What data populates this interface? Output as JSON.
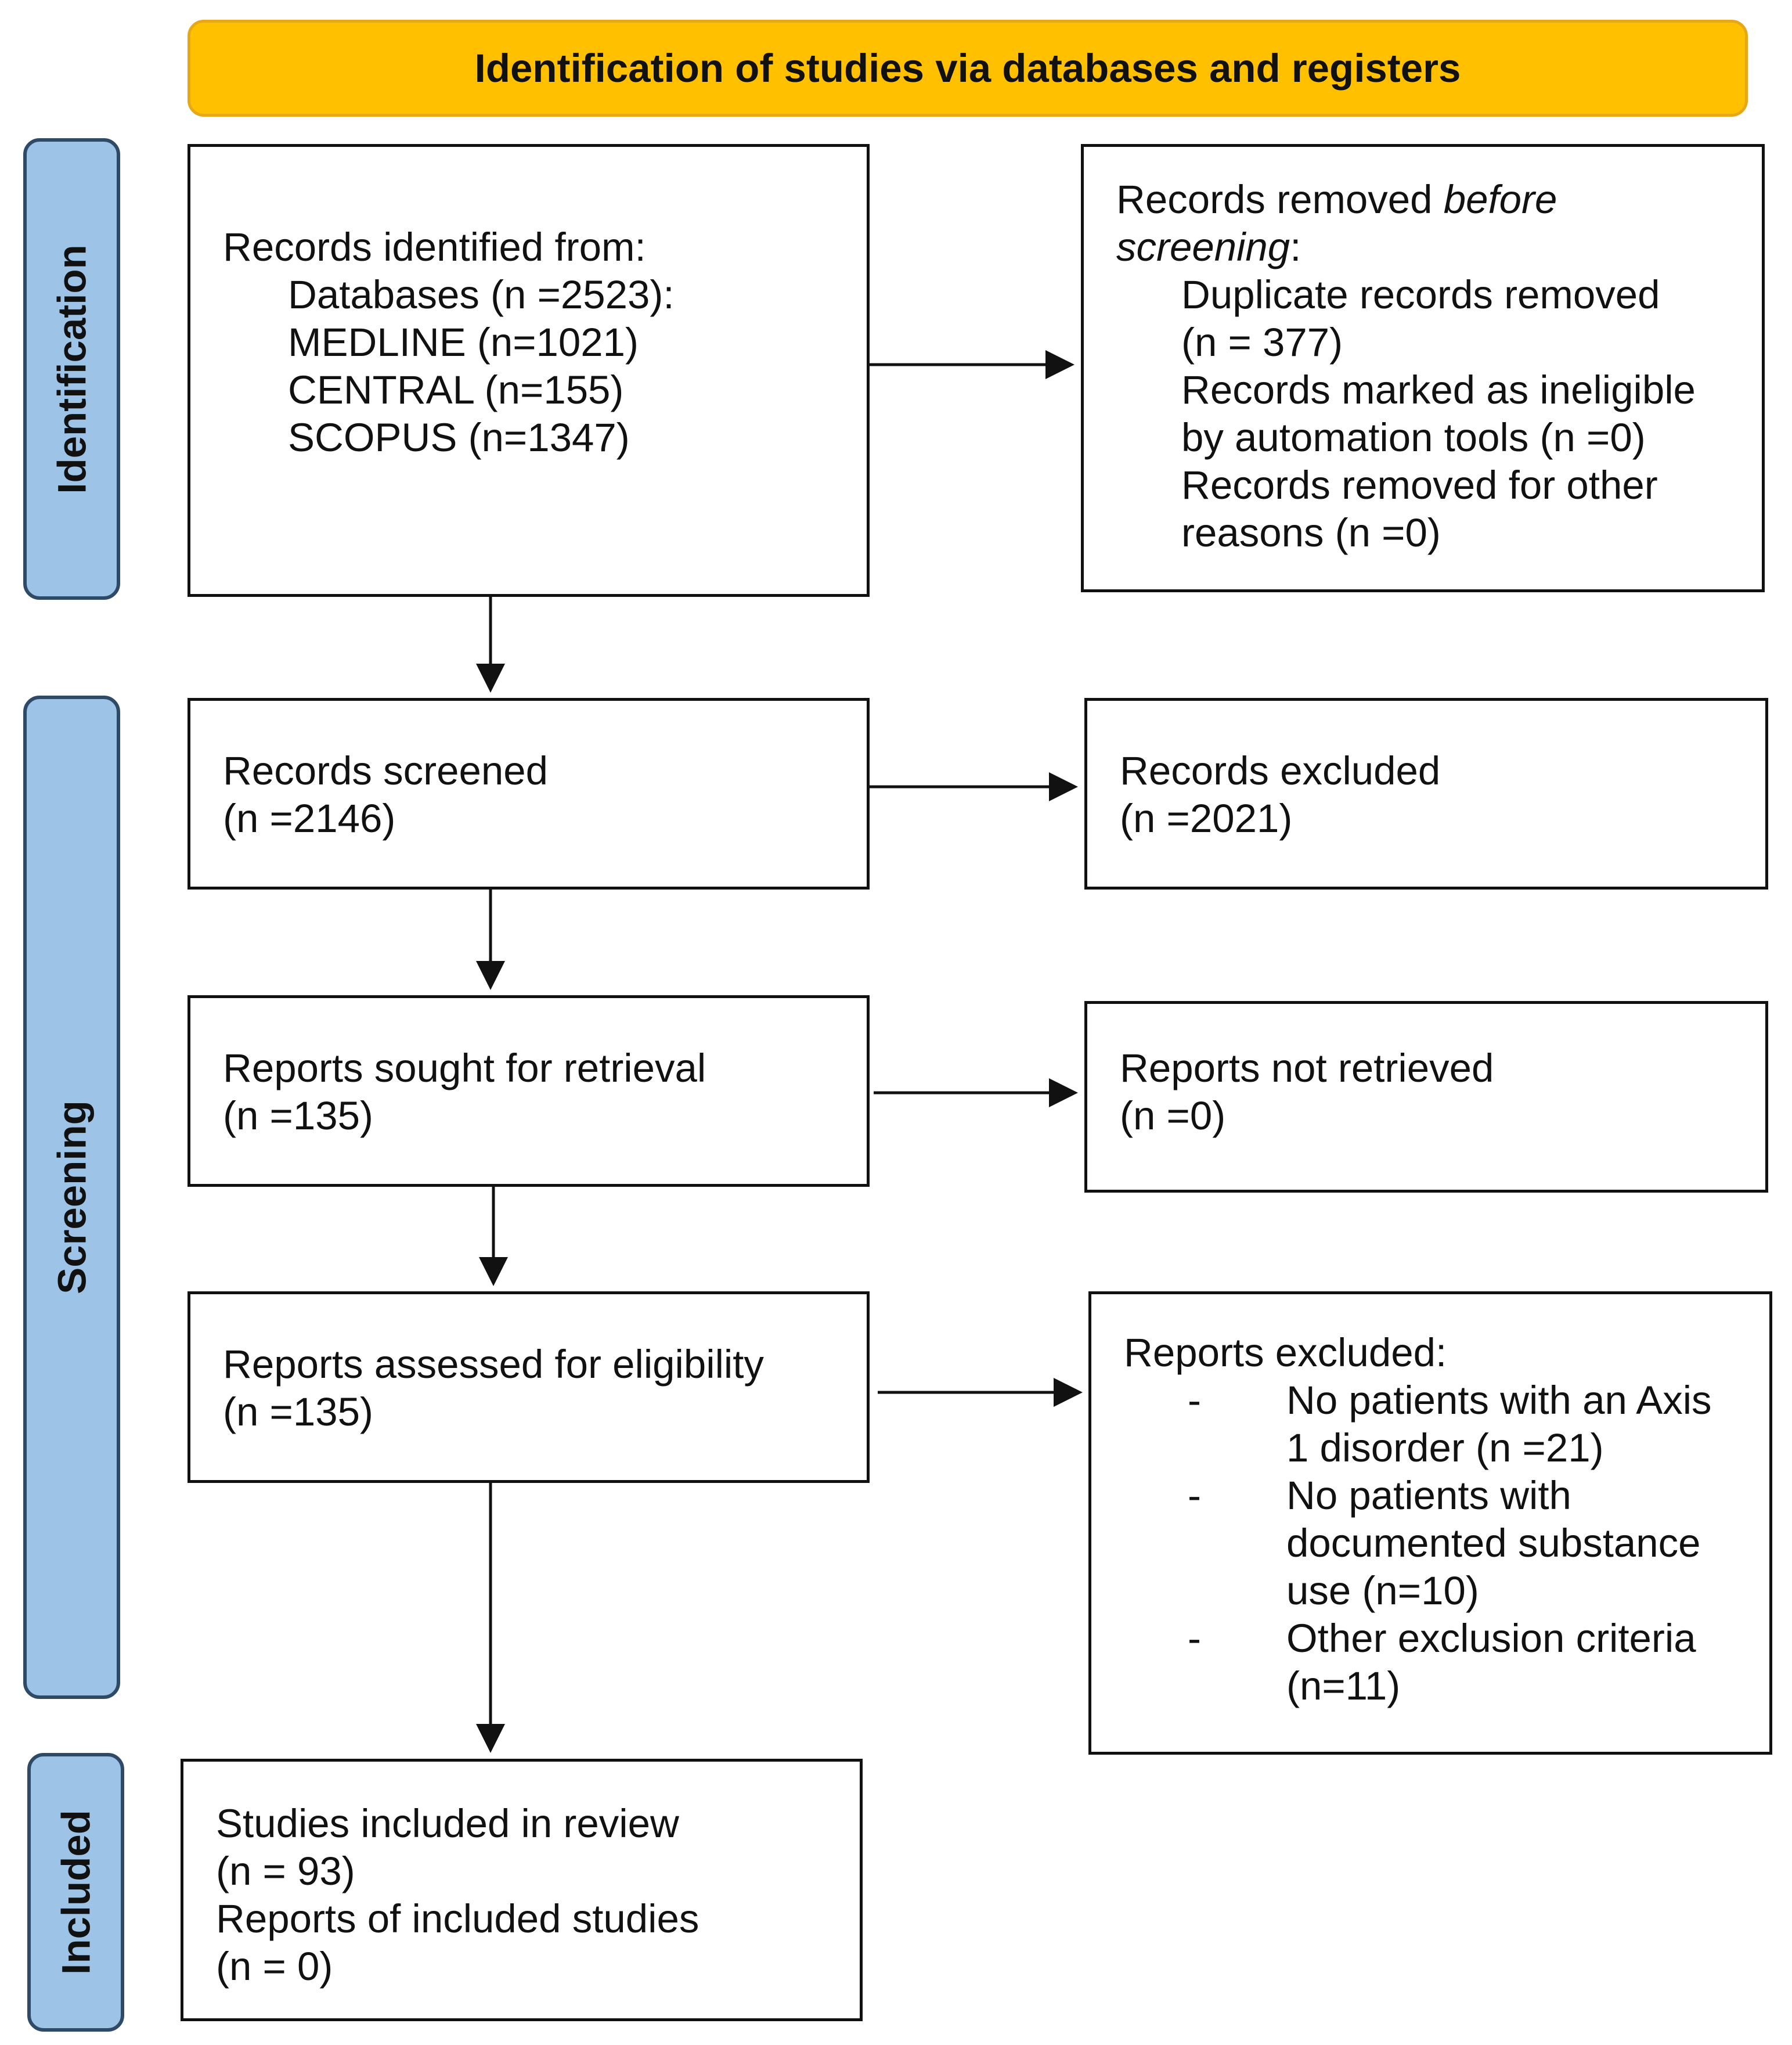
{
  "header": "Identification of studies via databases and registers",
  "phases": {
    "identification": "Identification",
    "screening": "Screening",
    "included": "Included"
  },
  "identified": {
    "title": "Records identified from:",
    "databases": "Databases (n =2523):",
    "medline": "MEDLINE (n=1021)",
    "central": "CENTRAL (n=155)",
    "scopus": "SCOPUS (n=1347)"
  },
  "removed": {
    "line1_prefix": "Records removed ",
    "line1_italic": "before",
    "line2_italic": "screening",
    "line2_suffix": ":",
    "duplicates_1": "Duplicate records removed",
    "duplicates_2": "(n = 377)",
    "automation_1": "Records marked as ineligible",
    "automation_2": "by automation tools (n =0)",
    "other_1": "Records removed for other",
    "other_2": "reasons (n =0)"
  },
  "screened": {
    "label": "Records screened",
    "count": "(n =2146)"
  },
  "excluded": {
    "label": "Records excluded",
    "count": "(n =2021)"
  },
  "sought": {
    "label": "Reports sought for retrieval",
    "count": "(n =135)"
  },
  "not_retrieved": {
    "label": "Reports not retrieved",
    "count": "(n =0)"
  },
  "assessed": {
    "label": "Reports assessed for eligibility",
    "count": "(n =135)"
  },
  "reports_excluded": {
    "title": "Reports excluded:",
    "dash": "-",
    "reason1_1": "No patients with an Axis",
    "reason1_2": "1 disorder (n =21)",
    "reason2_1": "No patients with",
    "reason2_2": "documented substance",
    "reason2_3": "use (n=10)",
    "reason3_1": "Other exclusion criteria",
    "reason3_2": "(n=11)"
  },
  "included_box": {
    "studies": "Studies included in review",
    "studies_count": "(n = 93)",
    "reports": "Reports of included studies",
    "reports_count": "(n = 0)"
  }
}
